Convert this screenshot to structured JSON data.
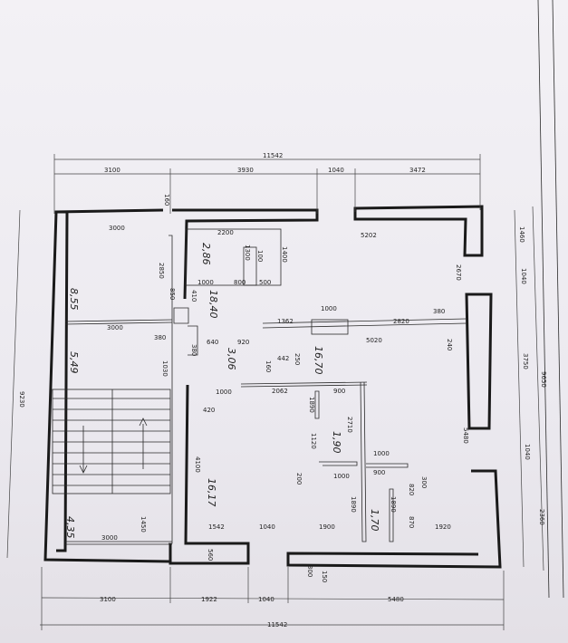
{
  "dims": {
    "top_total": "11542",
    "top_1": "3100",
    "top_2": "3930",
    "top_3": "1040",
    "top_4": "3472",
    "bottom_total": "11542",
    "bottom_1": "3100",
    "bottom_2": "1922",
    "bottom_3": "1040",
    "bottom_4": "5480",
    "left_total": "9230",
    "right_total": "9650",
    "right_1": "1460",
    "right_2": "1040",
    "right_3": "3750",
    "right_4": "1040",
    "right_5": "2360",
    "r_2670": "2670",
    "r_5480": "5480",
    "d_160": "160",
    "d_3000a": "3000",
    "d_2200": "2200",
    "d_5202": "5202",
    "d_1300": "1300",
    "d_100": "100",
    "d_1400": "1400",
    "d_2850": "2850",
    "d_850": "850",
    "d_1000a": "1000",
    "d_800": "800",
    "d_500": "500",
    "d_410": "410",
    "d_1000b": "1000",
    "d_1362": "1362",
    "d_2820": "2820",
    "d_380a": "380",
    "d_3000b": "3000",
    "d_380b": "380",
    "d_380c": "380",
    "d_640": "640",
    "d_920": "920",
    "d_5020": "5020",
    "d_240": "240",
    "d_1030": "1030",
    "d_160b": "160",
    "d_442": "442",
    "d_250": "250",
    "d_1000c": "1000",
    "d_2062": "2062",
    "d_900a": "900",
    "d_420": "420",
    "d_1890a": "1890",
    "d_2710": "2710",
    "d_1120": "1120",
    "d_1000d": "1000",
    "d_200": "200",
    "d_1000e": "1000",
    "d_900b": "900",
    "d_300": "300",
    "d_820": "820",
    "d_4100": "4100",
    "d_1890b": "1890",
    "d_1890c": "1890",
    "d_870": "870",
    "d_1450": "1450",
    "d_3000c": "3000",
    "d_1542": "1542",
    "d_1040": "1040",
    "d_1900": "1900",
    "d_1920": "1920",
    "d_560": "560",
    "d_300b": "300",
    "d_150": "150"
  },
  "areas": {
    "a_855": "8,55",
    "a_286": "2,86",
    "a_1840": "18,40",
    "a_549": "5,49",
    "a_306": "3,06",
    "a_1670": "16,70",
    "a_190": "1,90",
    "a_1617": "16,17",
    "a_170": "1,70",
    "a_435": "4,35"
  }
}
